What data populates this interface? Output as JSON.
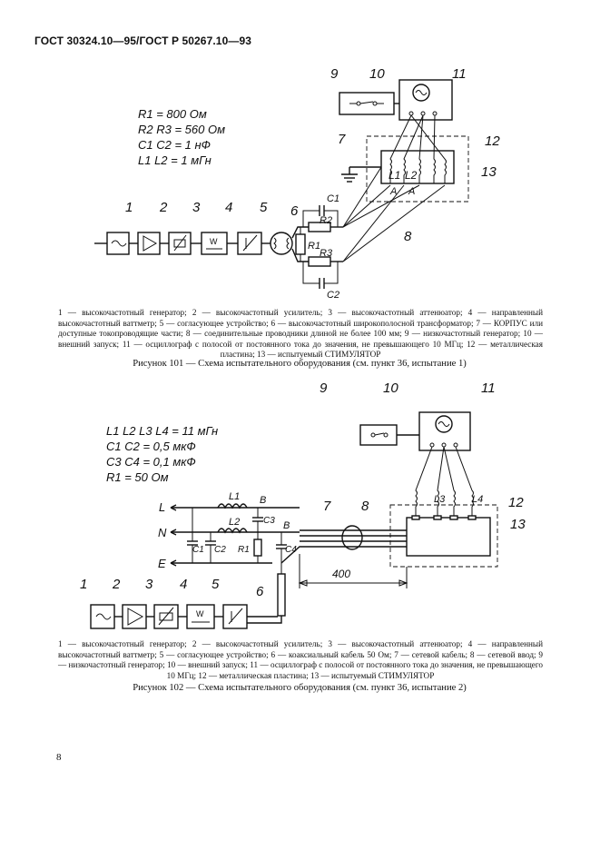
{
  "page": {
    "header": "ГОСТ 30324.10—95/ГОСТ Р 50267.10—93",
    "page_number": "8"
  },
  "figure1": {
    "values": [
      "R1 = 800 Ом",
      "R2  R3 = 560 Ом",
      "C1  C2 = 1 нФ",
      "L1  L2 = 1 мГн"
    ],
    "labels": [
      "1",
      "2",
      "3",
      "4",
      "5",
      "6",
      "7",
      "8",
      "9",
      "10",
      "11",
      "12",
      "13"
    ],
    "comp": {
      "r1": "R1",
      "r2": "R2",
      "r3": "R3",
      "c1": "C1",
      "c2": "C2",
      "l1": "L1",
      "l2": "L2"
    },
    "legend": "1 — высокочастотный генератор; 2 — высокочастотный усилитель; 3 — высокочастотный аттенюатор; 4 — направленный высокочастотный ваттметр; 5 — согласующее устройство; 6 — высокочастотный широкополосной трансформатор; 7 — КОРПУС или доступные токопроводящие части; 8 — соединительные проводники длиной не более 100 мм; 9 — низкочастотный генератор; 10 — внешний запуск; 11 — осциллограф с полосой от постоянного тока до значения, не превышающего 10 МГц; 12 — металлическая пластина; 13 — испытуемый СТИМУЛЯТОР",
    "caption": "Рисунок 101 — Схема испытательного оборудования (см. пункт 36, испытание 1)"
  },
  "figure2": {
    "values": [
      "L1  L2  L3  L4 = 11 мГн",
      "C1  C2 = 0,5 мкФ",
      "C3  C4 = 0,1 мкФ",
      "R1 = 50 Ом"
    ],
    "labels": [
      "1",
      "2",
      "3",
      "4",
      "5",
      "6",
      "7",
      "8",
      "9",
      "10",
      "11",
      "12",
      "13"
    ],
    "lines": {
      "l": "L",
      "n": "N",
      "e": "E"
    },
    "comp": {
      "l1": "L1",
      "l2": "L2",
      "l3": "L3",
      "l4": "L4",
      "c1": "C1",
      "c2": "C2",
      "c3": "C3",
      "c4": "C4",
      "r1": "R1",
      "b": "B",
      "b2": "B"
    },
    "dimension": "400",
    "legend": "1 — высокочастотный генератор; 2 — высокочастотный усилитель; 3 — высокочастотный аттенюатор; 4 — направленный высокочастотный ваттметр; 5 — согласующее устройство; 6 — коаксиальный кабель 50 Ом; 7 — сетевой кабель; 8 — сетевой ввод; 9 — низкочастотный генератор; 10 — внешний запуск; 11 — осциллограф с полосой от постоянного тока до значения, не превышающего 10 МГц; 12 — металлическая пластина; 13 — испытуемый СТИМУЛЯТОР",
    "caption": "Рисунок 102 — Схема испытательного оборудования (см. пункт 36, испытание 2)"
  }
}
